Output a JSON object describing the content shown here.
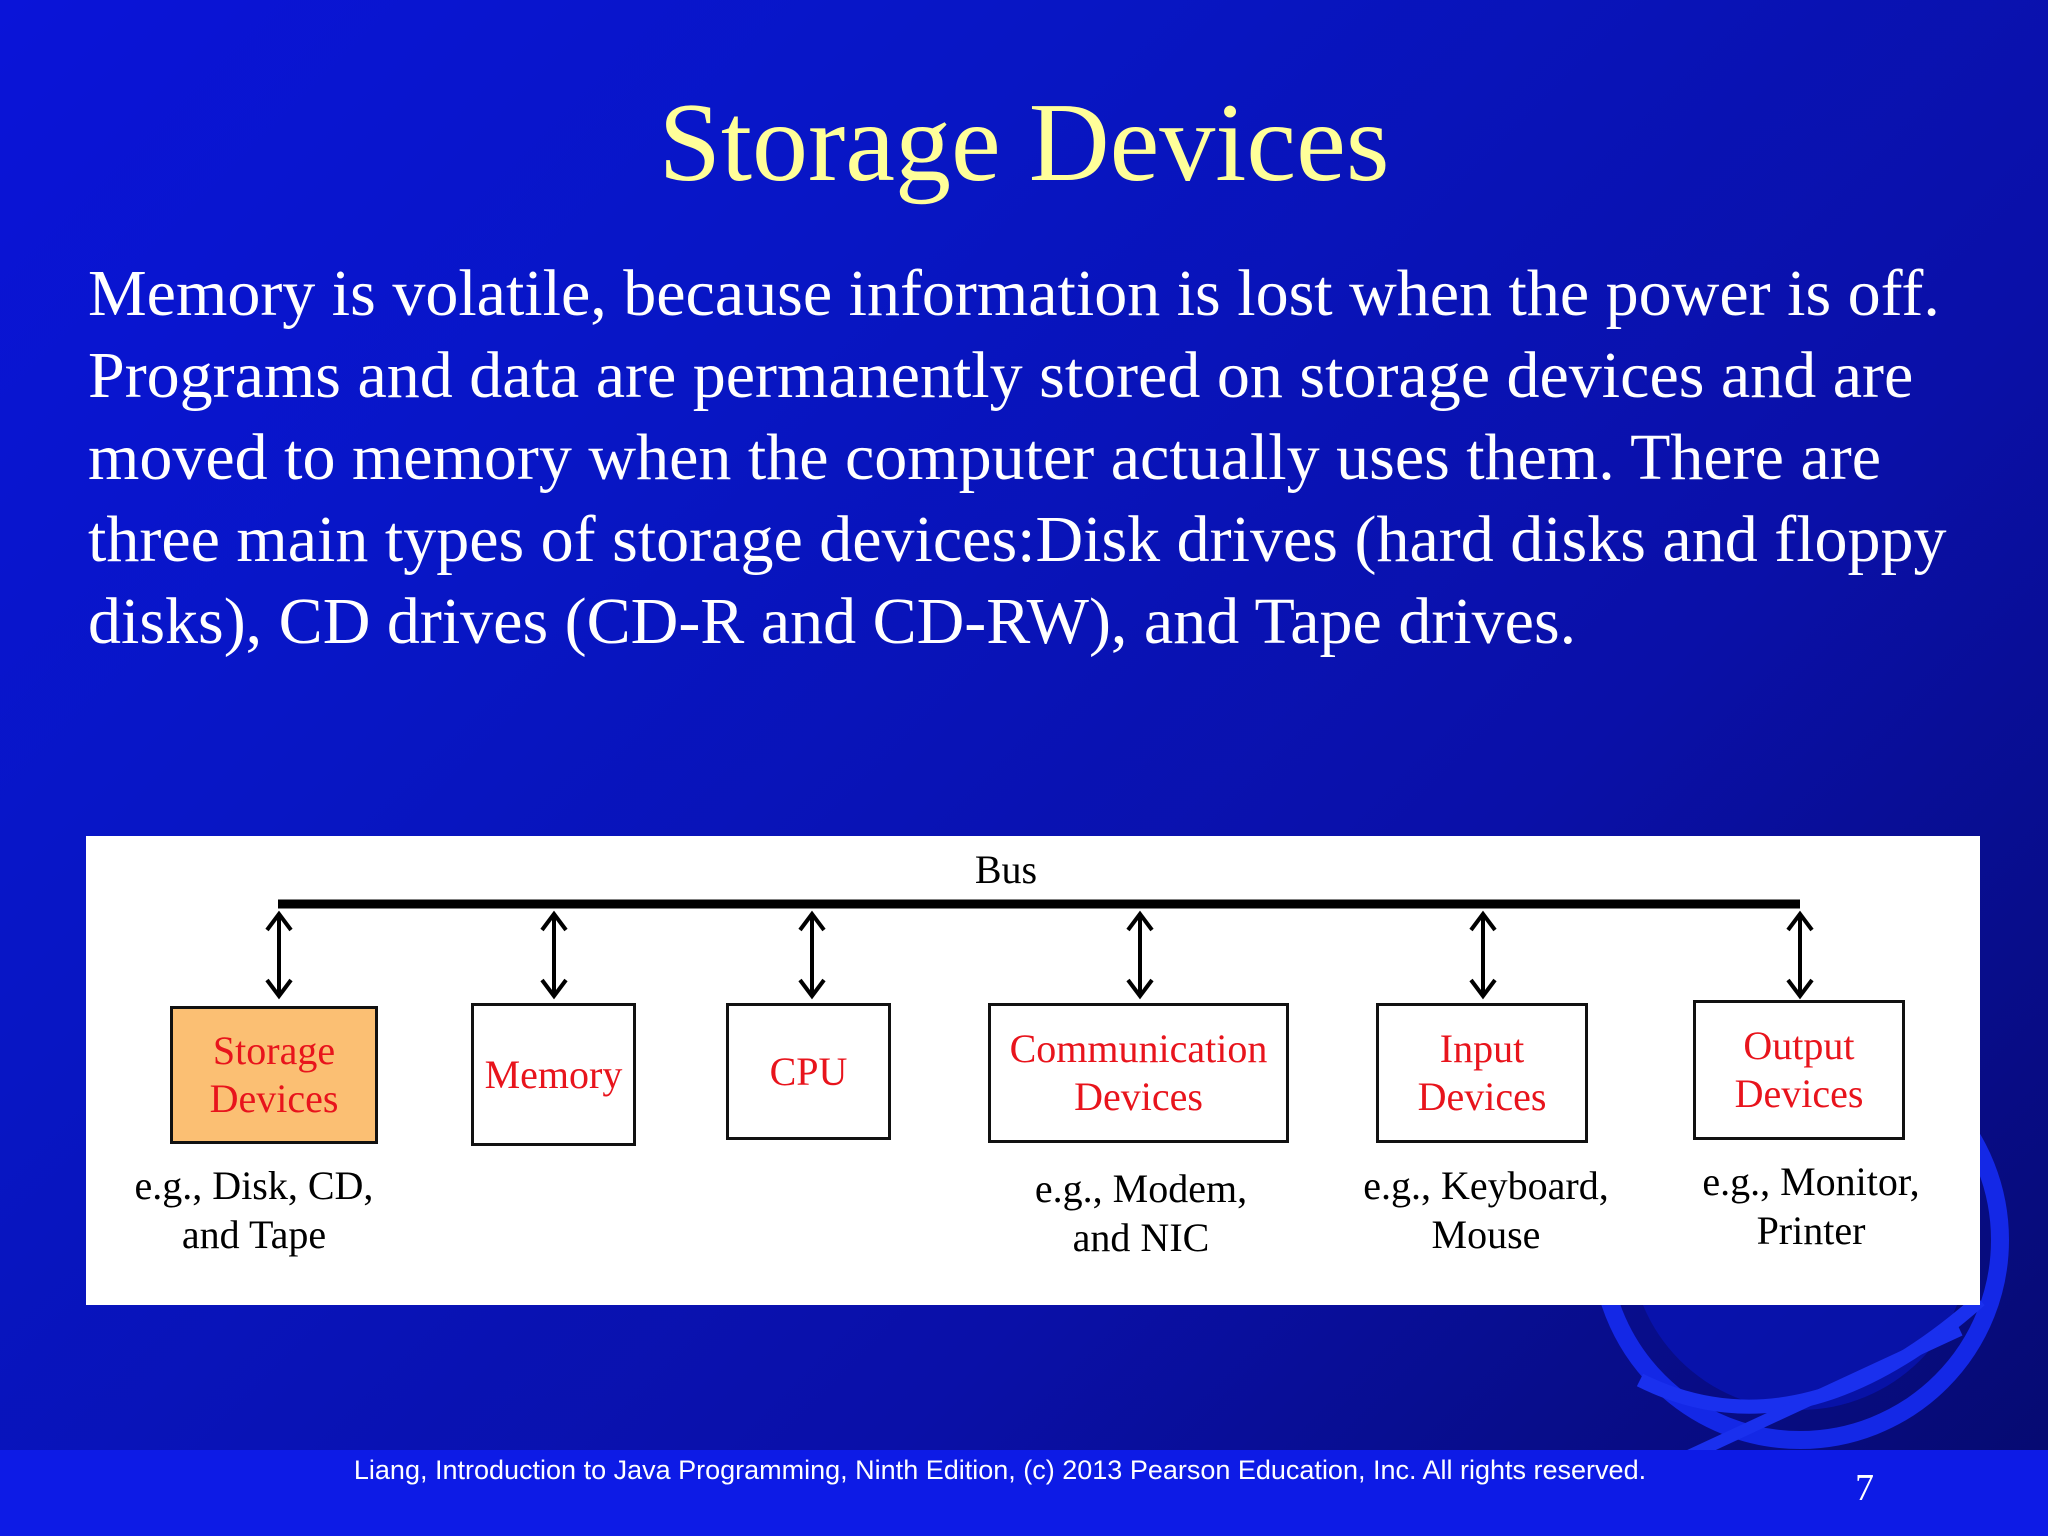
{
  "slide": {
    "title": "Storage Devices",
    "body": "Memory is volatile, because information is lost when the power is off. Programs and data are permanently stored on storage devices and are moved to memory when the computer actually uses them. There are three main types of storage devices:Disk drives (hard disks and floppy disks), CD drives (CD-R and CD-RW), and Tape drives.",
    "footer": "Liang, Introduction to Java Programming, Ninth Edition, (c) 2013 Pearson Education, Inc. All rights reserved.",
    "page_number": "7"
  },
  "diagram": {
    "bus_label": "Bus",
    "components": [
      {
        "line1": "Storage",
        "line2": "Devices",
        "example1": "e.g., Disk, CD,",
        "example2": "and Tape",
        "highlighted": true
      },
      {
        "line1": "Memory",
        "line2": "",
        "example1": "",
        "example2": "",
        "highlighted": false
      },
      {
        "line1": "CPU",
        "line2": "",
        "example1": "",
        "example2": "",
        "highlighted": false
      },
      {
        "line1": "Communication",
        "line2": "Devices",
        "example1": "e.g., Modem,",
        "example2": "and NIC",
        "highlighted": false
      },
      {
        "line1": "Input",
        "line2": "Devices",
        "example1": "e.g., Keyboard,",
        "example2": "Mouse",
        "highlighted": false
      },
      {
        "line1": "Output",
        "line2": "Devices",
        "example1": "e.g., Monitor,",
        "example2": "Printer",
        "highlighted": false
      }
    ],
    "colors": {
      "highlight_fill": "#fbbf73",
      "label_text": "#e8141c",
      "title_text": "#ffff99"
    }
  }
}
